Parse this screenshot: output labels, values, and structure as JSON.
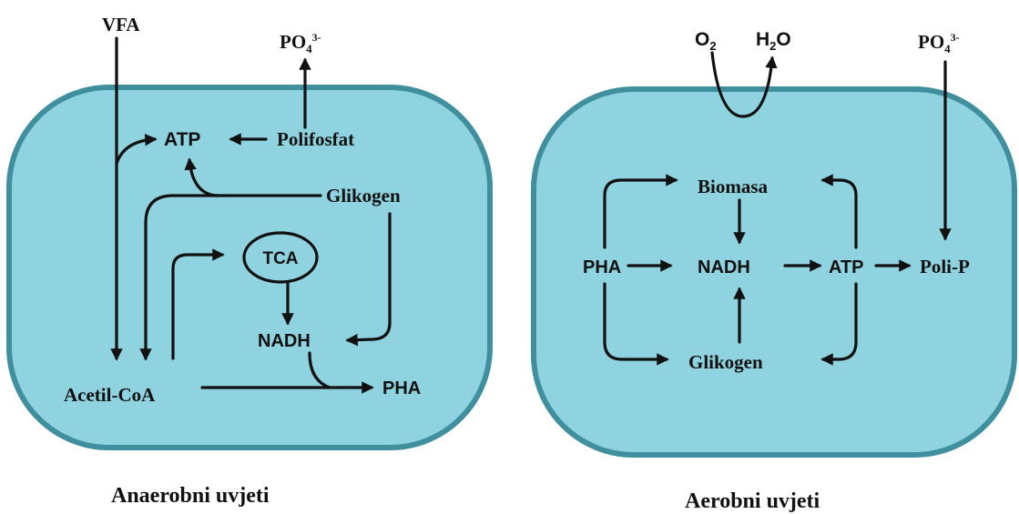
{
  "anaerobic": {
    "caption": "Anaerobni uvjeti",
    "vfa": "VFA",
    "po4_base": "PO",
    "po4_sub": "4",
    "po4_sup": "3-",
    "atp": "ATP",
    "polifosfat": "Polifosfat",
    "glikogen": "Glikogen",
    "tca": "TCA",
    "nadh": "NADH",
    "acetil_coa": "Acetil-CoA",
    "pha": "PHA"
  },
  "aerobic": {
    "caption": "Aerobni uvjeti",
    "o2_base": "O",
    "o2_sub": "2",
    "h2o_h": "H",
    "h2o_sub": "2",
    "h2o_o": "O",
    "po4_base": "PO",
    "po4_sub": "4",
    "po4_sup": "3-",
    "biomasa": "Biomasa",
    "pha": "PHA",
    "nadh": "NADH",
    "atp": "ATP",
    "poli_p": "Poli-P",
    "glikogen": "Glikogen"
  },
  "colors": {
    "cell_fill": "#8ed3df",
    "cell_border": "#3f8f9e",
    "ink": "#111111"
  }
}
